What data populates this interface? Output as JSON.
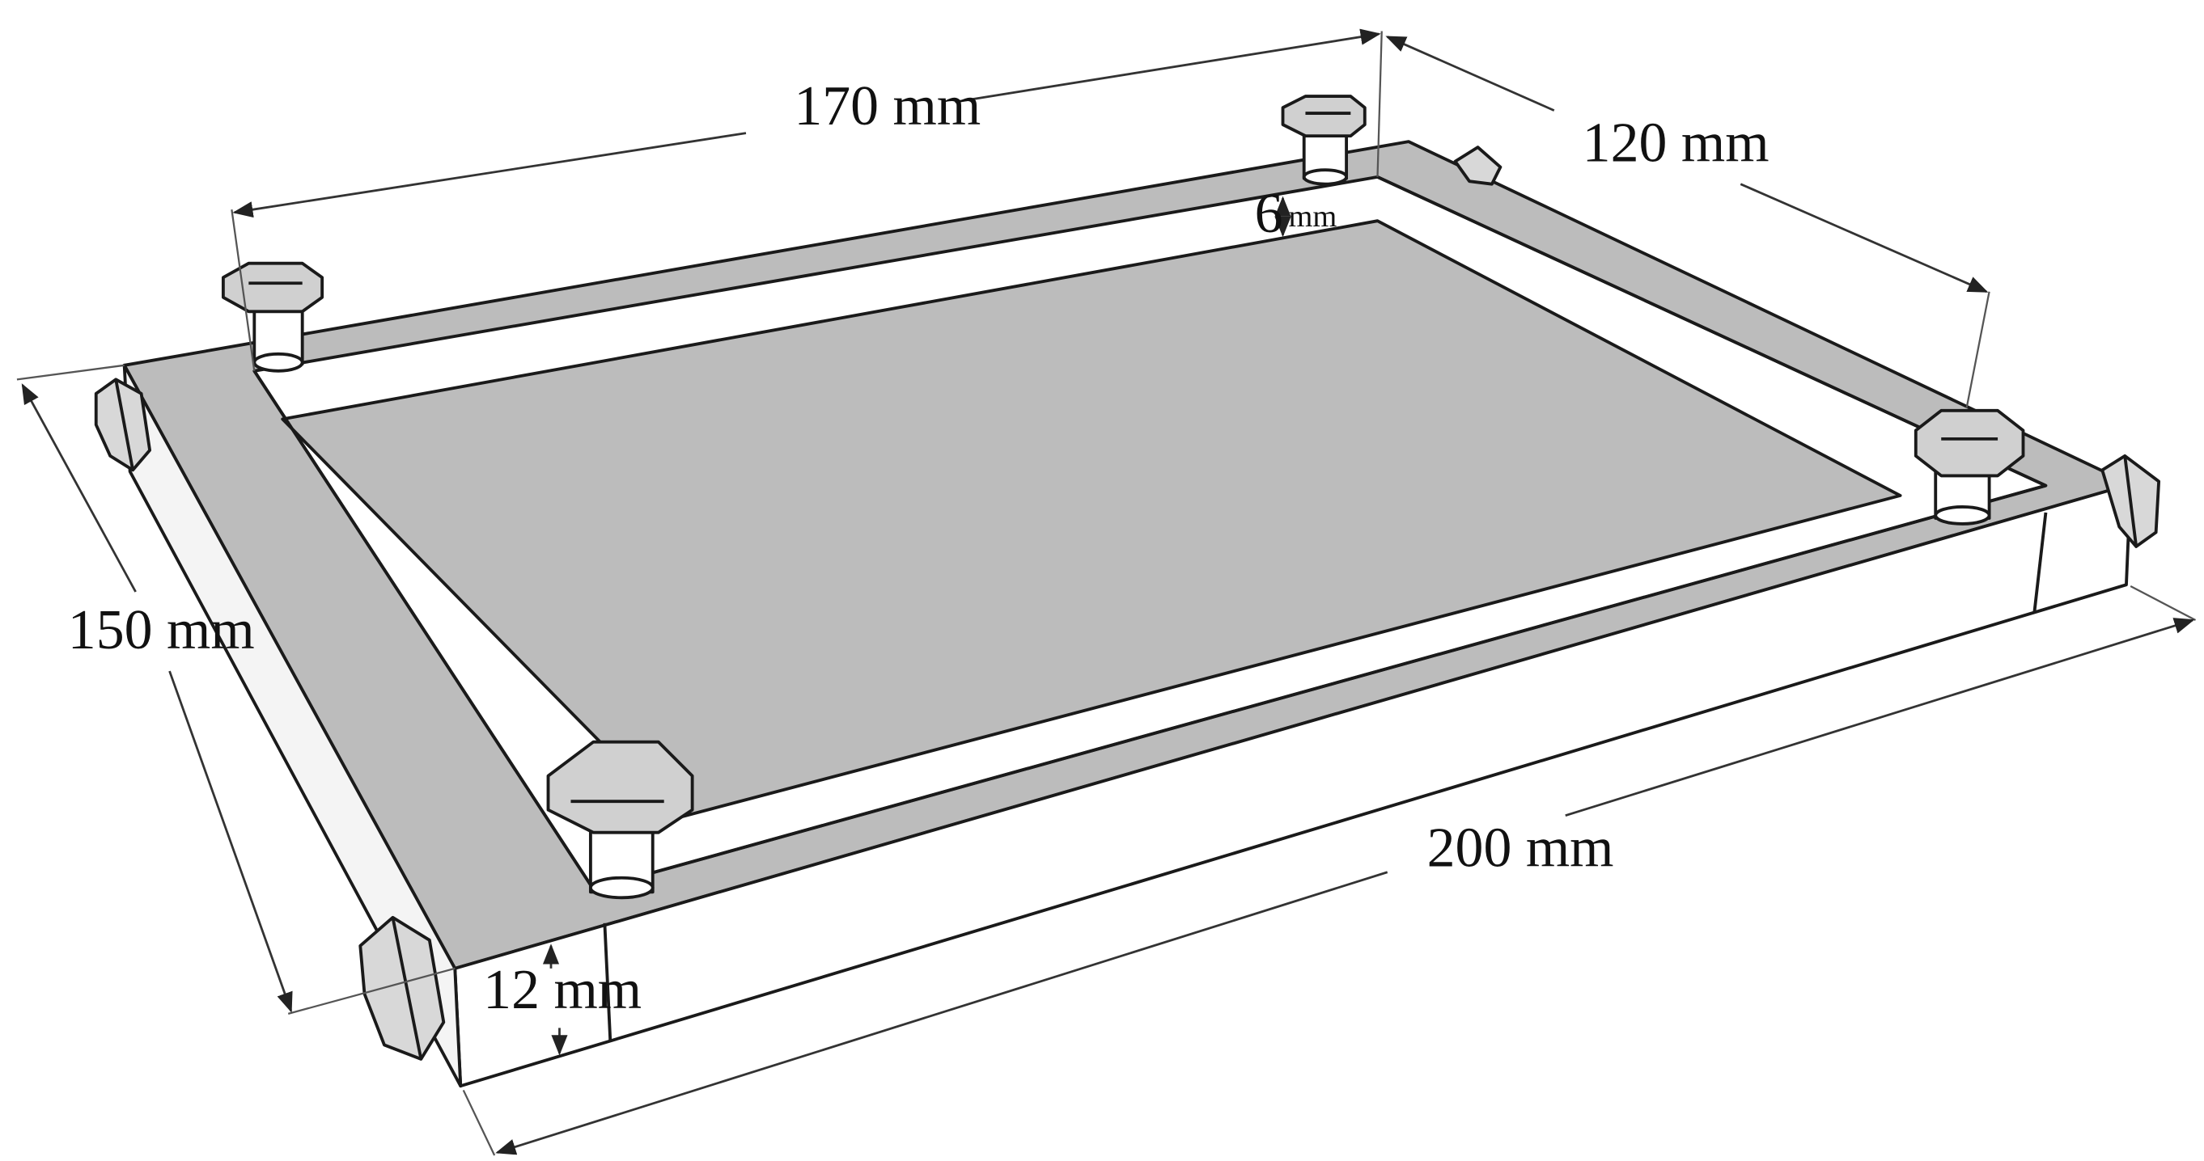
{
  "colors": {
    "top_face": "#bcbcbc",
    "side_face": "#ffffff",
    "edge": "#1a1a1a",
    "dimension_line": "#333333"
  },
  "dimensions": {
    "inner_length": "170 mm",
    "inner_width": "120 mm",
    "outer_width": "150 mm",
    "outer_length": "200 mm",
    "frame_height": "12 mm",
    "recess_depth_value": "6",
    "recess_depth_unit": "mm"
  }
}
